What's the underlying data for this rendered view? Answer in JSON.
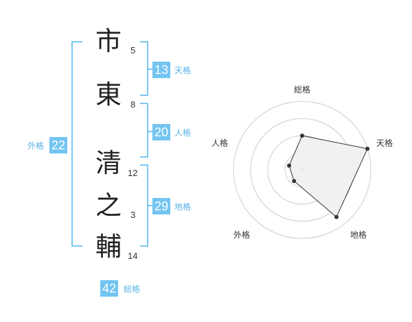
{
  "name": {
    "chars": [
      {
        "char": "市",
        "strokes": "5"
      },
      {
        "char": "東",
        "strokes": "8"
      },
      {
        "char": "清",
        "strokes": "12"
      },
      {
        "char": "之",
        "strokes": "3"
      },
      {
        "char": "輔",
        "strokes": "14"
      }
    ]
  },
  "scores": {
    "tenkaku": {
      "value": "13",
      "label": "天格"
    },
    "jinkaku": {
      "value": "20",
      "label": "人格"
    },
    "chikaku": {
      "value": "29",
      "label": "地格"
    },
    "gaikaku": {
      "value": "22",
      "label": "外格"
    },
    "soukaku": {
      "value": "42",
      "label": "総格"
    }
  },
  "colors": {
    "accent": "#73c4f1",
    "bracket": "#7cc7f3",
    "label": "#5ab3e8",
    "radar_fill": "#f0f0f0",
    "radar_line": "#333333"
  },
  "chart_data": {
    "type": "radar",
    "axes": [
      "総格",
      "天格",
      "地格",
      "外格",
      "人格"
    ],
    "values": [
      0.5,
      1.0,
      0.85,
      0.2,
      0.2
    ],
    "range": [
      0,
      1
    ],
    "rings": 4
  }
}
